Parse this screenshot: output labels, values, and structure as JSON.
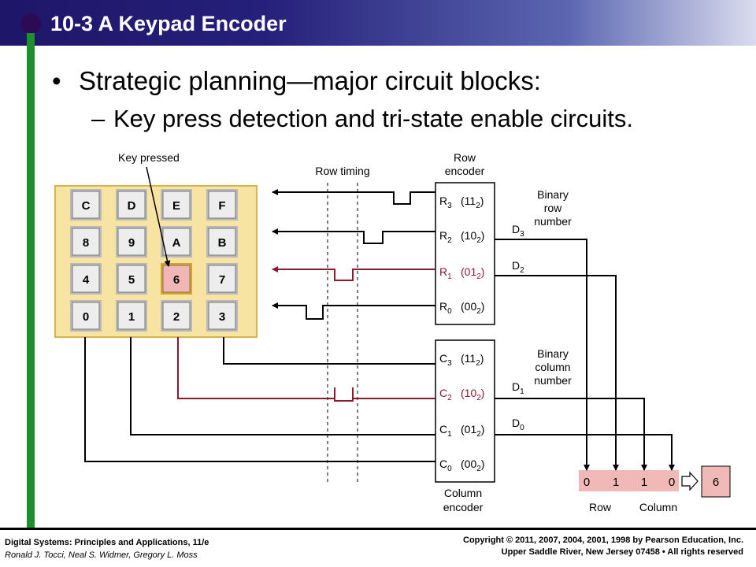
{
  "header": {
    "title": "10-3 A Keypad Encoder"
  },
  "bullet": {
    "text": "Strategic planning—major circuit blocks:"
  },
  "sub_bullet": {
    "text": "Key press detection and tri-state enable circuits."
  },
  "diagram": {
    "key_pressed_label": "Key pressed",
    "row_timing_label": "Row timing",
    "row_encoder_label": [
      "Row",
      "encoder"
    ],
    "column_encoder_label": [
      "Column",
      "encoder"
    ],
    "binary_row_label": [
      "Binary",
      "row",
      "number"
    ],
    "binary_column_label": [
      "Binary",
      "column",
      "number"
    ],
    "keypad_rows": [
      [
        "C",
        "D",
        "E",
        "F"
      ],
      [
        "8",
        "9",
        "A",
        "B"
      ],
      [
        "4",
        "5",
        "6",
        "7"
      ],
      [
        "0",
        "1",
        "2",
        "3"
      ]
    ],
    "pressed_key": "6",
    "row_inputs": [
      {
        "sig": "R",
        "sub": "3",
        "code": "11"
      },
      {
        "sig": "R",
        "sub": "2",
        "code": "10"
      },
      {
        "sig": "R",
        "sub": "1",
        "code": "01"
      },
      {
        "sig": "R",
        "sub": "0",
        "code": "00"
      }
    ],
    "column_inputs": [
      {
        "sig": "C",
        "sub": "3",
        "code": "11"
      },
      {
        "sig": "C",
        "sub": "2",
        "code": "10"
      },
      {
        "sig": "C",
        "sub": "1",
        "code": "01"
      },
      {
        "sig": "C",
        "sub": "0",
        "code": "00"
      }
    ],
    "row_outputs": [
      {
        "sig": "D",
        "sub": "3"
      },
      {
        "sig": "D",
        "sub": "2"
      }
    ],
    "column_outputs": [
      {
        "sig": "D",
        "sub": "1"
      },
      {
        "sig": "D",
        "sub": "0"
      }
    ],
    "output_bits": [
      "0",
      "1",
      "1",
      "0"
    ],
    "output_value": "6",
    "output_row_label": "Row",
    "output_column_label": "Column",
    "active_color": "#8b1a2e",
    "pad_color": "#f7e4a2",
    "output_bits_color": "#f1b8b8"
  },
  "footer": {
    "book_title": "Digital Systems: Principles and Applications, 11/e",
    "authors": "Ronald J. Tocci, Neal S. Widmer, Gregory L. Moss",
    "copyright": "Copyright © 2011, 2007, 2004, 2001, 1998 by Pearson Education, Inc.",
    "publisher": "Upper Saddle River, New Jersey 07458 • All rights reserved"
  }
}
